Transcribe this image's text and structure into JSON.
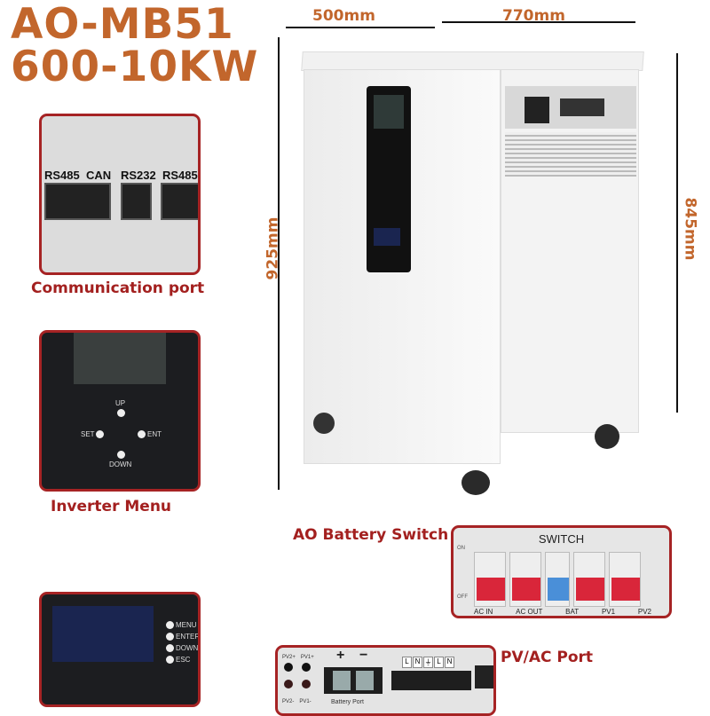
{
  "title": {
    "model": "AO-MB51",
    "power": "600-10KW",
    "color": "#c2662c"
  },
  "dimensions": {
    "depth": "500mm",
    "width": "770mm",
    "height_total": "925mm",
    "height_body": "845mm"
  },
  "communication": {
    "ports": [
      "RS485",
      "CAN",
      "RS232",
      "RS485"
    ],
    "caption": "Communication port"
  },
  "inverter_menu": {
    "buttons": {
      "up": "UP",
      "set": "SET",
      "ent": "ENT",
      "down": "DOWN"
    },
    "caption": "Inverter Menu"
  },
  "bms_menu": {
    "buttons": [
      "MENU",
      "ENTER",
      "DOWN",
      "ESC"
    ],
    "screen_color": "#1a2550"
  },
  "switch_panel": {
    "caption": "AO Battery Switch",
    "header": "SWITCH",
    "on": "ON",
    "off": "OFF",
    "breakers": [
      "AC IN",
      "AC OUT",
      "BAT",
      "PV1",
      "PV2"
    ]
  },
  "port_panel": {
    "caption": "PV/AC Port",
    "pv_top": [
      "PV2+",
      "PV1+"
    ],
    "pv_bottom": [
      "PV2-",
      "PV1-"
    ],
    "battery_plus": "+",
    "battery_minus": "−",
    "battery_label": "Battery Port",
    "terminals": [
      "L",
      "N",
      "⏚",
      "L",
      "N"
    ]
  },
  "accent_color": "#a3201f"
}
